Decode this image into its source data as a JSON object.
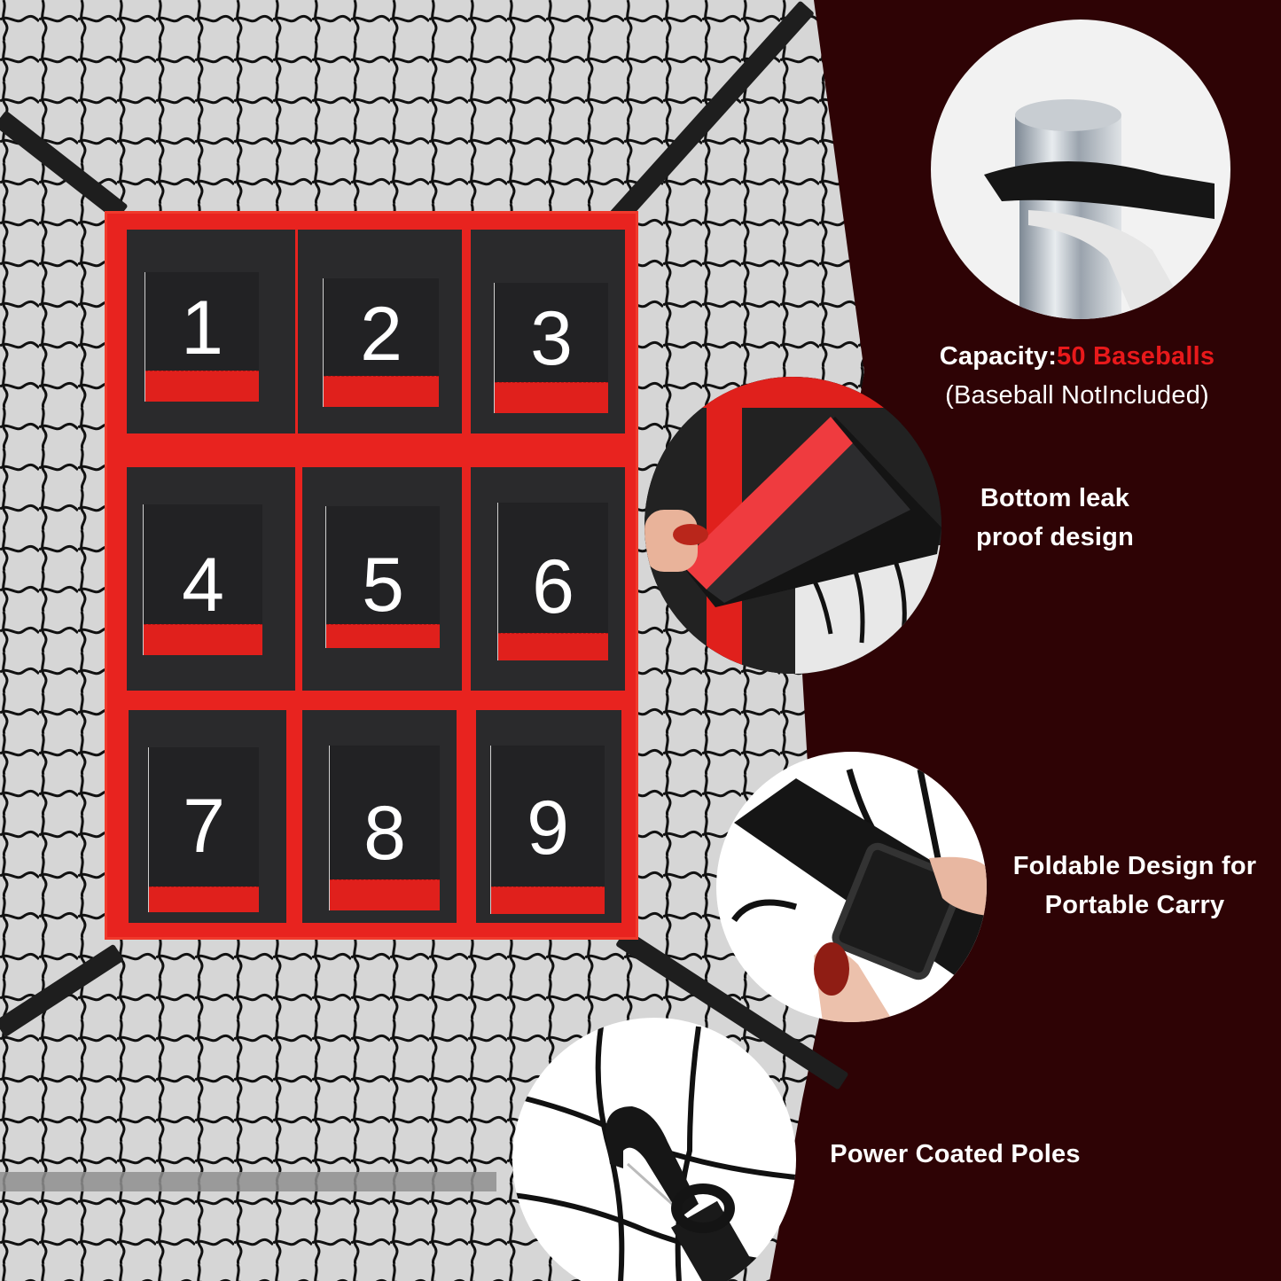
{
  "target_board": {
    "zones": [
      {
        "label": "1"
      },
      {
        "label": "2"
      },
      {
        "label": "3"
      },
      {
        "label": "4"
      },
      {
        "label": "5"
      },
      {
        "label": "6"
      },
      {
        "label": "7"
      },
      {
        "label": "8"
      },
      {
        "label": "9"
      }
    ]
  },
  "features": [
    {
      "id": "capacity",
      "title_prefix": "Capacity:",
      "title_highlight": "50 Baseballs",
      "subtitle": "(Baseball NotIncluded)",
      "image": "pole-with-bungee-cord"
    },
    {
      "id": "leak-proof",
      "line1": "Bottom leak",
      "line2": "proof design",
      "image": "pocket-velcro-flap"
    },
    {
      "id": "foldable",
      "line1": "Foldable Design for",
      "line2": "Portable Carry",
      "image": "strap-buckle"
    },
    {
      "id": "poles",
      "line1": "Power Coated Poles",
      "image": "net-clip-hook"
    }
  ],
  "colors": {
    "panel": "#2e0305",
    "accent_red": "#e8191b",
    "target_red": "#e8231f",
    "pocket_black": "#2a2a2c",
    "net_bg": "#d4d4d4"
  }
}
